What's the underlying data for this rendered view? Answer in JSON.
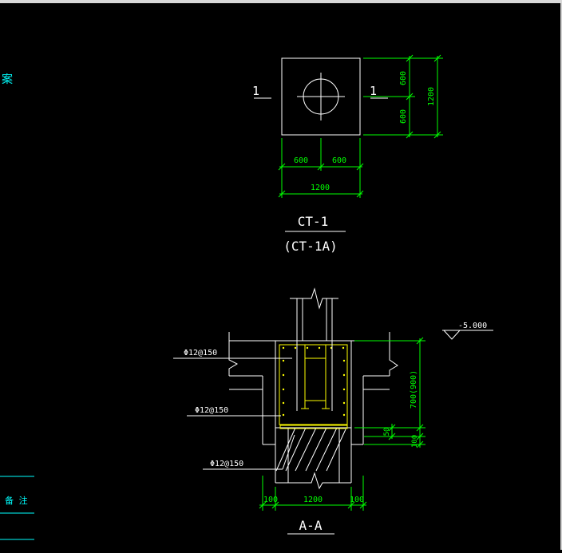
{
  "plan": {
    "section_mark_left": "1",
    "section_mark_right": "1",
    "dim_v_top": "600",
    "dim_v_bottom": "600",
    "dim_v_total": "1200",
    "dim_h_left": "600",
    "dim_h_right": "600",
    "dim_h_total": "1200",
    "title": "CT-1",
    "subtitle": "(CT-1A)"
  },
  "section": {
    "elevation": "-5.000",
    "rebar_1": "Φ12@150",
    "rebar_2": "Φ12@150",
    "rebar_3": "Φ12@150",
    "dim_height": "700(900)",
    "dim_cover": "50",
    "dim_bottom": "100",
    "dim_left": "100",
    "dim_center": "1200",
    "dim_right": "100",
    "title": "A-A"
  },
  "sidebar": {
    "fragment_char": "案",
    "note_label": "备 注"
  },
  "colors": {
    "background": "#000000",
    "lines": "#ffffff",
    "dimension": "#00ff00",
    "text": "#ffffff",
    "rebar": "#ffff00",
    "sidebar": "#00ffff"
  }
}
